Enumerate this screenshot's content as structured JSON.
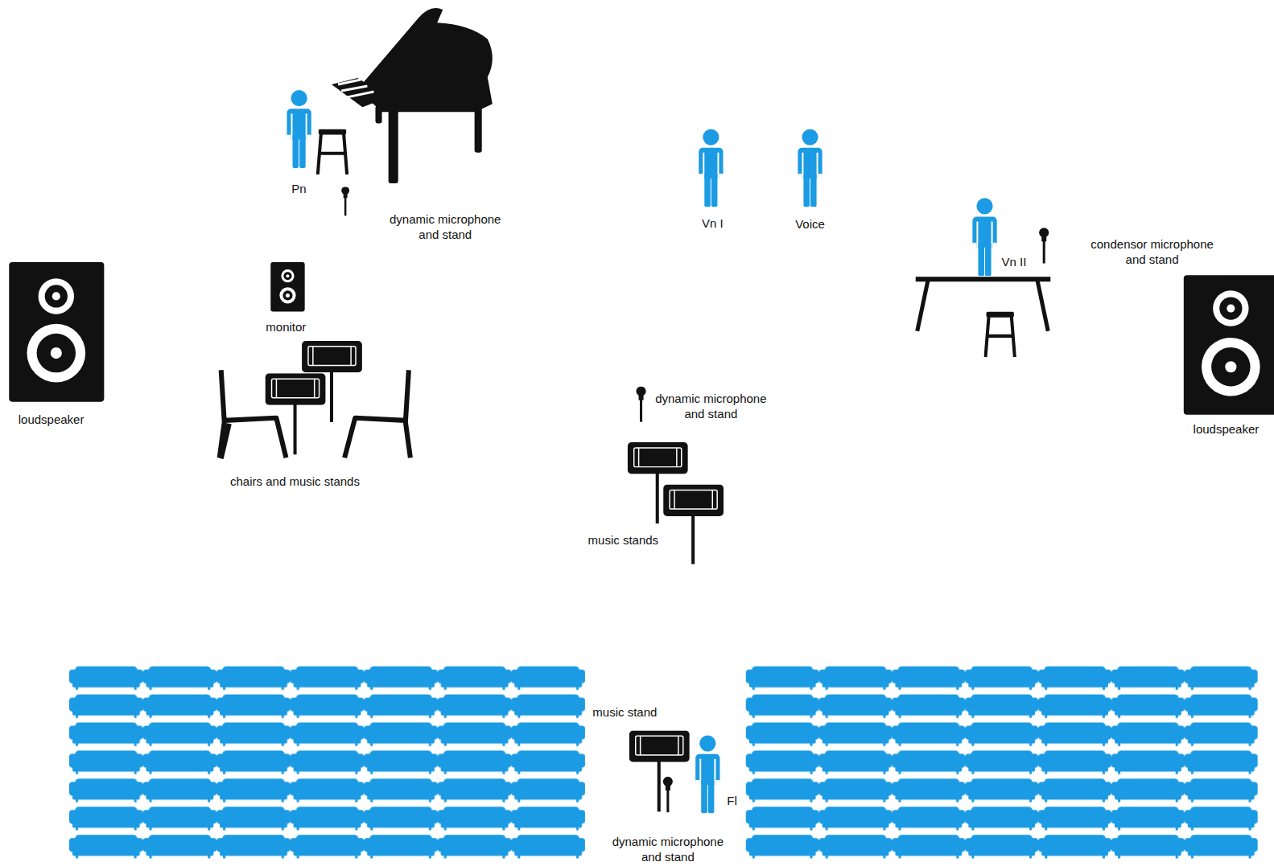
{
  "diagram": {
    "labels": [
      "Pn",
      "dynamic microphone and stand",
      "Vn I",
      "Voice",
      "Vn II",
      "condensor microphone and stand",
      "loudspeaker",
      "monitor",
      "loudspeaker",
      "chairs and music stands",
      "dynamic microphone and stand",
      "music stands",
      "music stand",
      "Fl",
      "dynamic microphone and stand"
    ]
  }
}
